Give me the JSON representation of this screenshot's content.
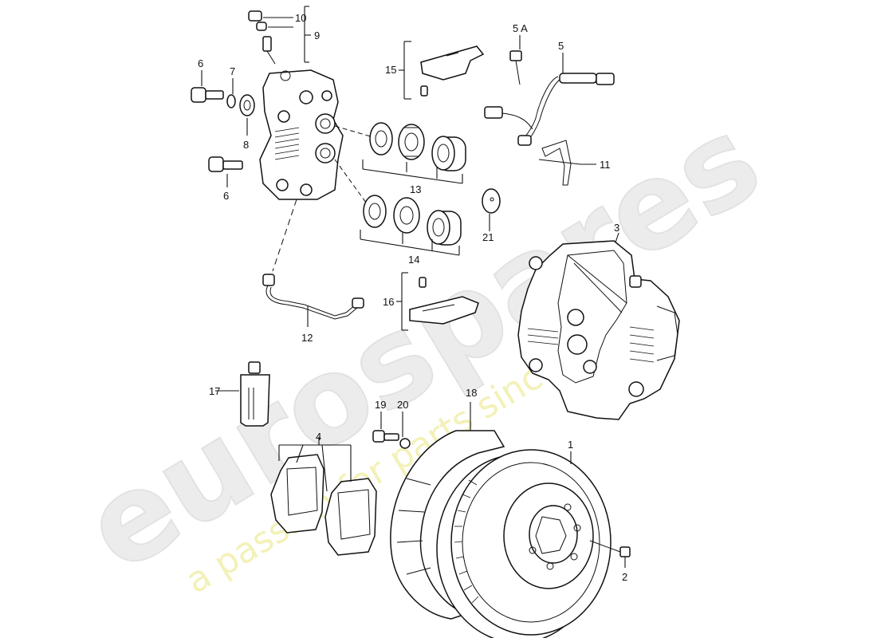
{
  "watermark": {
    "brand": "eurospares",
    "tagline": "a passion for parts since 1985"
  },
  "callouts": {
    "p1": "1",
    "p2": "2",
    "p3": "3",
    "p4": "4",
    "p5": "5",
    "p5a": "5 A",
    "p6a": "6",
    "p6b": "6",
    "p7": "7",
    "p8": "8",
    "p9": "9",
    "p10": "10",
    "p11": "11",
    "p12": "12",
    "p13": "13",
    "p14": "14",
    "p15": "15",
    "p16": "16",
    "p17": "17",
    "p18": "18",
    "p19": "19",
    "p20": "20",
    "p21": "21"
  },
  "colors": {
    "line": "#111111",
    "watermark_grey": "#e6e6e6",
    "watermark_yellow": "#f3f1b8"
  }
}
